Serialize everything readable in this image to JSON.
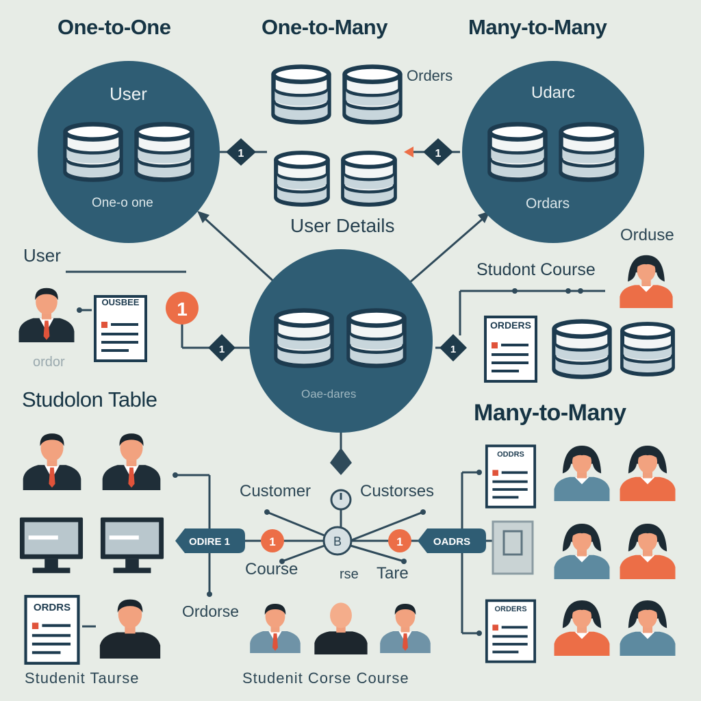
{
  "headings": {
    "one_to_one": "One-to-One",
    "one_to_many": "One-to-Many",
    "many_to_many_top": "Many-to-Many",
    "many_to_many_right": "Many-to-Many"
  },
  "circles": {
    "left": {
      "title": "User",
      "caption": "One-o one"
    },
    "right": {
      "title": "Udarc",
      "caption": "Ordars"
    },
    "center": {
      "caption": "Oae-dares"
    }
  },
  "labels": {
    "orders_top": "Orders",
    "user_details": "User Details",
    "user_left": "User",
    "orduse": "Orduse",
    "student_course_top": "Studont Course",
    "studolon_table": "Studolon Table",
    "customer": "Customer",
    "custorses": "Custorses",
    "course": "Course",
    "rse": "rse",
    "tare": "Tare",
    "ordorse": "Ordorse",
    "student_taurse": "Studenit Taurse",
    "student_corse_course": "Studenit Corse Course",
    "faint_left": "ordor"
  },
  "badges": {
    "conn_left": "1",
    "conn_right": "1",
    "orange_user": "1",
    "conn_mid_left": "1",
    "conn_mid_right": "1",
    "odrae_pill": "ODIRE 1",
    "oadrs_pill": "OADRS",
    "center_node": "B",
    "orange_node_left": "1",
    "orange_node_right": "1"
  },
  "documents": {
    "doc_user": "OUSBEE",
    "doc_orders_right": "ORDERS",
    "doc_orders_left": "ORDRS",
    "doc_mm_1": "ODDRS",
    "doc_mm_3": "ORDERS"
  },
  "colors": {
    "background": "#e7ece6",
    "circle": "#2f5d74",
    "dark_text": "#163444",
    "accent_orange": "#ec6e47",
    "db_fill": "#f4f6f6",
    "db_outline": "#1d3b4f",
    "person_dark": "#1f2e38",
    "person_blue": "#5d8aa0",
    "skin": "#f2a27f",
    "line": "#2f4a5a"
  }
}
